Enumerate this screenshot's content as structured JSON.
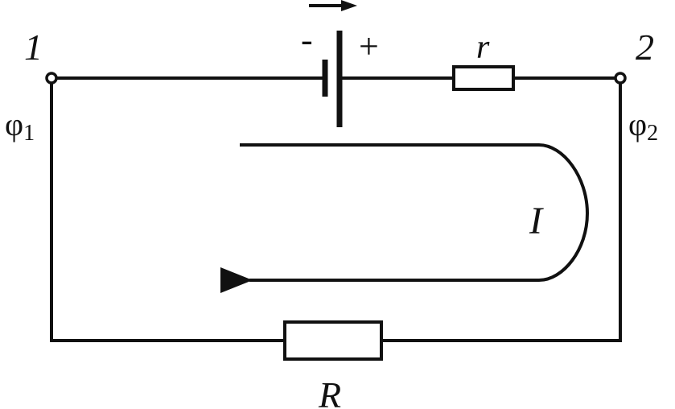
{
  "labels": {
    "node_left": "1",
    "node_right": "2",
    "phi_left": "φ",
    "phi_left_sub": "1",
    "phi_right": "φ",
    "phi_right_sub": "2",
    "battery_minus": "-",
    "battery_plus": "+",
    "internal_resistor": "r",
    "external_resistor": "R",
    "current": "I"
  },
  "colors": {
    "ink": "#111111",
    "background": "#ffffff"
  }
}
